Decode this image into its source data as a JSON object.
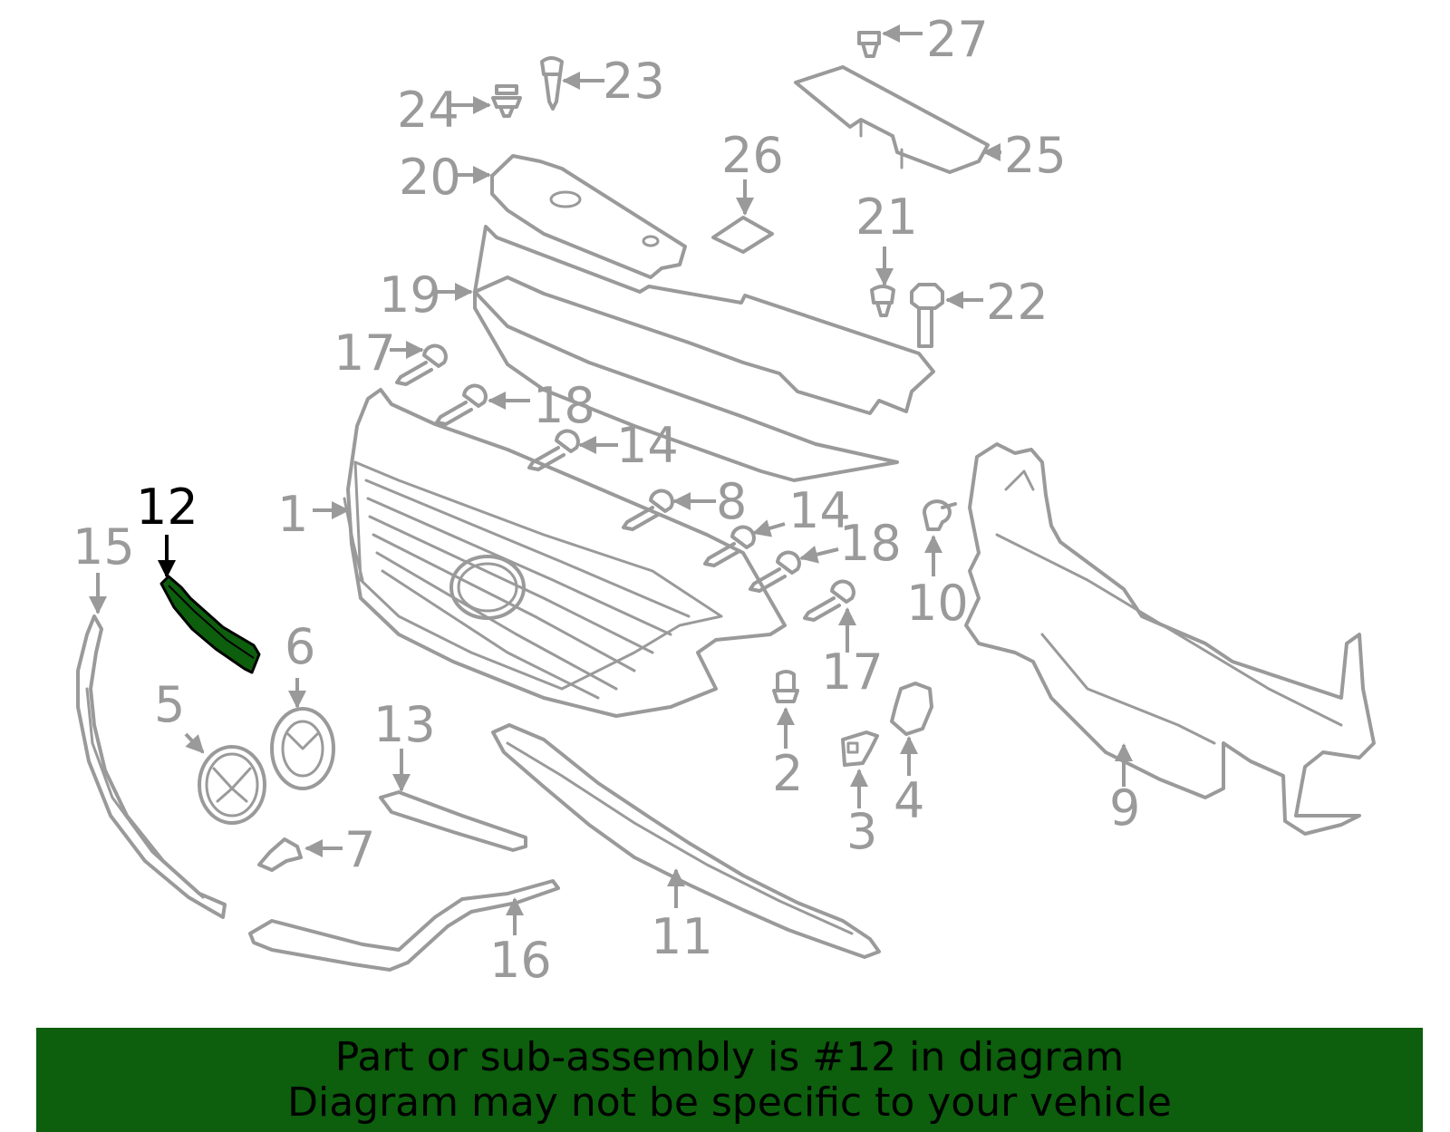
{
  "diagram": {
    "highlighted_part": "12",
    "highlight_color": "#0d5e0d",
    "line_color": "#9a9a9a",
    "callouts": {
      "c1": "1",
      "c2": "2",
      "c3": "3",
      "c4": "4",
      "c5": "5",
      "c6": "6",
      "c7": "7",
      "c8": "8",
      "c9": "9",
      "c10": "10",
      "c11": "11",
      "c12": "12",
      "c13": "13",
      "c14a": "14",
      "c14b": "14",
      "c15": "15",
      "c16": "16",
      "c17a": "17",
      "c17b": "17",
      "c18a": "18",
      "c18b": "18",
      "c19": "19",
      "c20": "20",
      "c21": "21",
      "c22": "22",
      "c23": "23",
      "c24": "24",
      "c25": "25",
      "c26": "26",
      "c27": "27"
    }
  },
  "banner": {
    "color": "#0d5e0d",
    "line1": "Part or sub-assembly is #12 in diagram",
    "line2": "Diagram may not be specific to your vehicle"
  }
}
